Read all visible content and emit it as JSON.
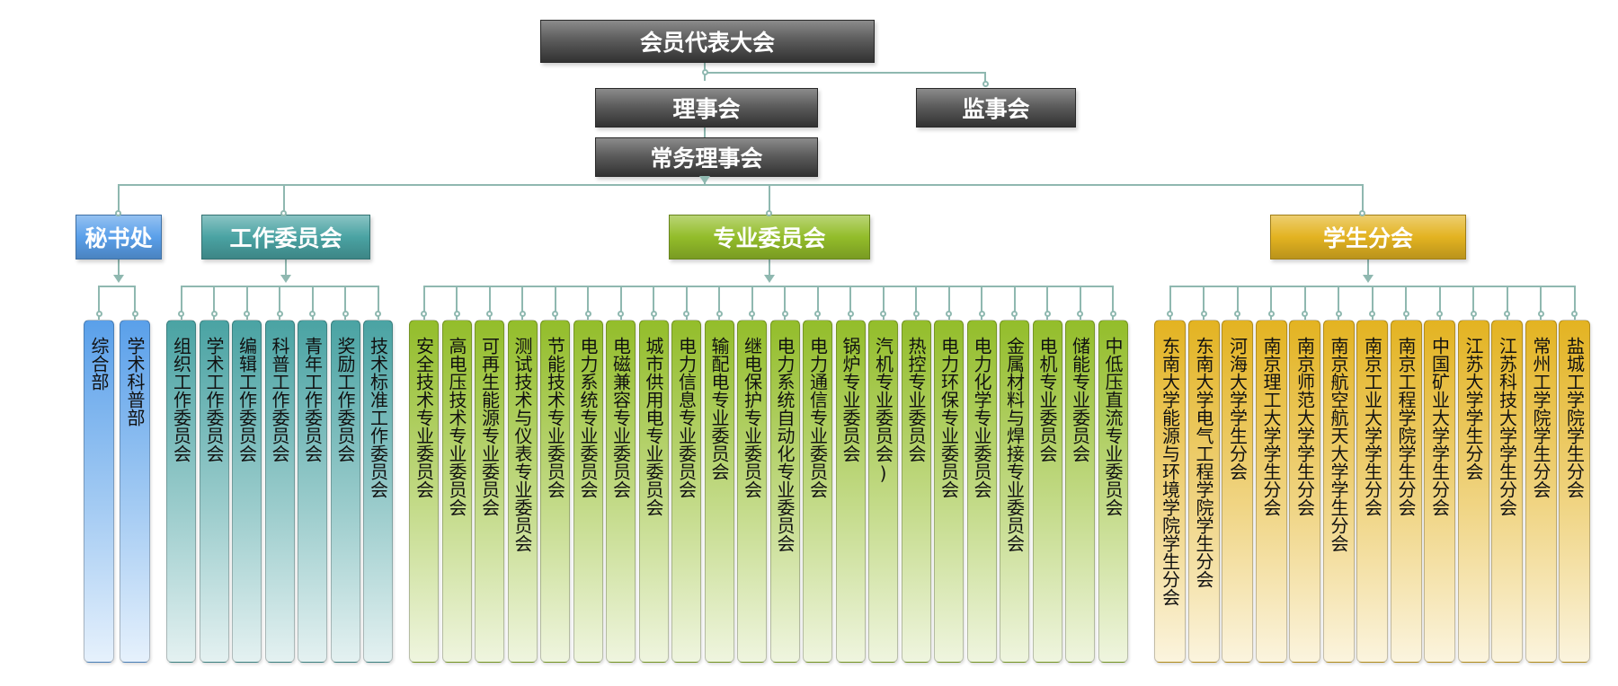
{
  "top": {
    "assembly": "会员代表大会",
    "council": "理事会",
    "supervisors": "监事会",
    "standing": "常务理事会"
  },
  "categories": [
    {
      "id": "secretariat",
      "label": "秘书处",
      "color": "#5aa0ea",
      "children": [
        "综合部",
        "学术科普部"
      ]
    },
    {
      "id": "working",
      "label": "工作委员会",
      "color": "#4aa3a3",
      "children": [
        "组织工作委员会",
        "学术工作委员会",
        "编辑工作委员会",
        "科普工作委员会",
        "青年工作委员会",
        "奖励工作委员会",
        "技术标准工作委员会"
      ]
    },
    {
      "id": "professional",
      "label": "专业委员会",
      "color": "#93bd2a",
      "children": [
        "安全技术专业委员会",
        "高电压技术专业委员会",
        "可再生能源专业委员会",
        "测试技术与仪表专业委员会",
        "节能技术专业委员会",
        "电力系统专业委员会",
        "电磁兼容专业委员会",
        "城市供用电专业委员会",
        "电力信息专业委员会",
        "输配电专业委员会",
        "继电保护专业委员会",
        "电力系统自动化专业委员会",
        "电力通信专业委员会",
        "锅炉专业委员会",
        "汽机专业委员会)",
        "热控专业委员会",
        "电力环保专业委员会",
        "电力化学专业委员会",
        "金属材料与焊接专业委员会",
        "电机专业委员会",
        "储能专业委员会",
        "中低压直流专业委员会"
      ]
    },
    {
      "id": "student",
      "label": "学生分会",
      "color": "#e3b321",
      "children": [
        "东南大学能源与环境学院学生分会",
        "东南大学电气工程学院学生分会",
        "河海大学学生分会",
        "南京理工大学学生分会",
        "南京师范大学学生分会",
        "南京航空航天大学学生分会",
        "南京工业大学学生分会",
        "南京工程学院学生分会",
        "中国矿业大学学生分会",
        "江苏大学学生分会",
        "江苏科技大学学生分会",
        "常州工学院学生分会",
        "盐城工学院学生分会"
      ]
    }
  ],
  "colors": {
    "connector": "#8fb8b0",
    "top_box_dark": "#3a3a3a"
  }
}
